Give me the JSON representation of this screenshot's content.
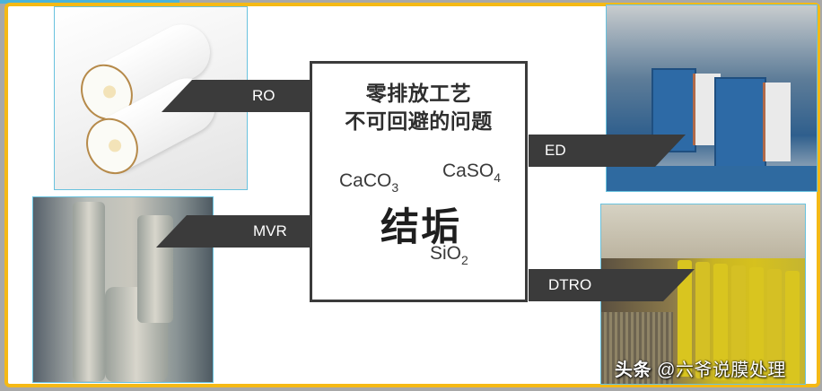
{
  "center": {
    "title_line1": "零排放工艺",
    "title_line2": "不可回避的问题",
    "main_term": "结垢",
    "compounds": [
      {
        "base": "CaCO",
        "sub": "3"
      },
      {
        "base": "CaSO",
        "sub": "4"
      },
      {
        "base": "SiO",
        "sub": "2"
      }
    ]
  },
  "processes": [
    {
      "label": "RO",
      "image": "ro-membrane-elements"
    },
    {
      "label": "MVR",
      "image": "mvr-evaporator"
    },
    {
      "label": "ED",
      "image": "electrodialysis-stacks"
    },
    {
      "label": "DTRO",
      "image": "dtro-module-racks"
    }
  ],
  "watermark": {
    "platform": "头条",
    "handle": "@六爷说膜处理"
  },
  "colors": {
    "frame": "#f5b915",
    "accent": "#4ab3da",
    "banner": "#3b3b3b",
    "photo_border": "#69c2de"
  }
}
